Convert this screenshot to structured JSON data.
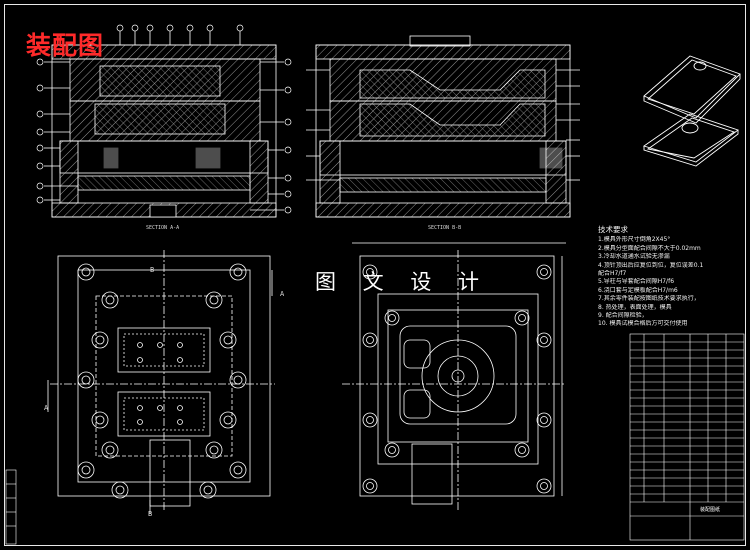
{
  "drawing": {
    "title_stamp": "装配图",
    "watermark": "图 文 设 计",
    "section_a_label": "SECTION A-A",
    "section_b_label": "SECTION B-B",
    "section_marks": [
      "A",
      "A",
      "B",
      "B"
    ],
    "notes_heading": "技术要求",
    "notes_lines": [
      "1.模具外形尺寸倒角2X45°",
      "2.模具分型面配合间隙不大于0.02mm",
      "3.冷却水道通水试验无渗漏",
      "4.顶针顶出后应复位到位，复位误差0.1",
      "  配合H7/f7",
      "5.导柱与导套配合间隙H7/f6",
      "6.浇口套与定模板配合H7/m6",
      "7.其余零件装配按图纸技术要求执行，",
      "8.  热处理，表面处理，模具",
      "9.  配合间隙检验，",
      "10.  模具试模合格后方可交付使用"
    ],
    "sheet_label": "装配图纸",
    "colors": {
      "background": "#000000",
      "line": "#ffffff",
      "title": "#ff2a2a",
      "dim": "#ffffff"
    }
  }
}
